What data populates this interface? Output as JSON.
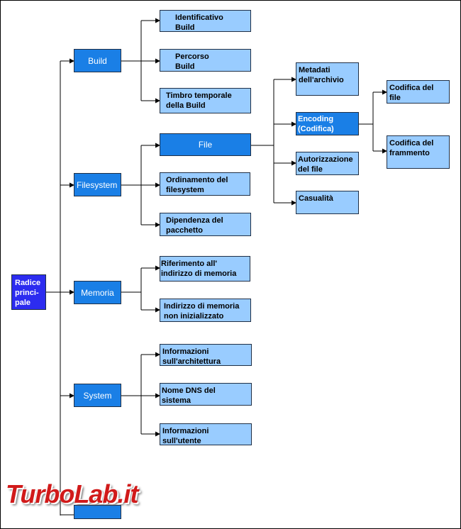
{
  "root": {
    "label": "Radice\nprinci-\npale"
  },
  "branches": {
    "build": {
      "label": "Build",
      "children": [
        "Identificativo\nBuild",
        "Percorso\nBuild",
        "Timbro temporale\ndella Build"
      ]
    },
    "filesystem": {
      "label": "Filesystem",
      "children": [
        "File",
        "Ordinamento del\nfilesystem",
        "Dipendenza del\npacchetto"
      ]
    },
    "memoria": {
      "label": "Memoria",
      "children": [
        "Riferimento  all'\nindirizzo di memoria",
        "Indirizzo di memoria\nnon inizializzato"
      ]
    },
    "system": {
      "label": "System",
      "children": [
        "Informazioni\nsull'architettura",
        "Nome DNS del sistema",
        "Informazioni\nsull'utente"
      ]
    }
  },
  "file_children": [
    "Metadati\ndell'archivio",
    "Encoding\n(Codifica)",
    "Autorizzazione\ndel file",
    "Casualità"
  ],
  "encoding_children": [
    "Codifica del file",
    "Codifica del\nframmento"
  ],
  "watermark": "TurboLab.it",
  "colors": {
    "root": "#2c2cf0",
    "branch": "#1a7fe6",
    "leaf": "#99ccff",
    "watermark": "#d11a1a"
  }
}
